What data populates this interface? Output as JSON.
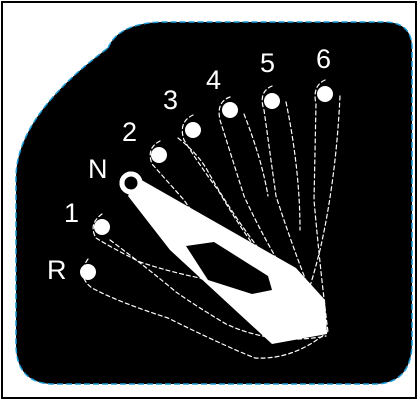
{
  "gear_pattern": {
    "labels": {
      "reverse": "R",
      "first": "1",
      "neutral": "N",
      "second": "2",
      "third": "3",
      "fourth": "4",
      "fifth": "5",
      "sixth": "6"
    },
    "colors": {
      "plate": "#000000",
      "markings": "#ffffff",
      "plate_outline": "#1e9bd7",
      "frame": "#000000"
    }
  }
}
